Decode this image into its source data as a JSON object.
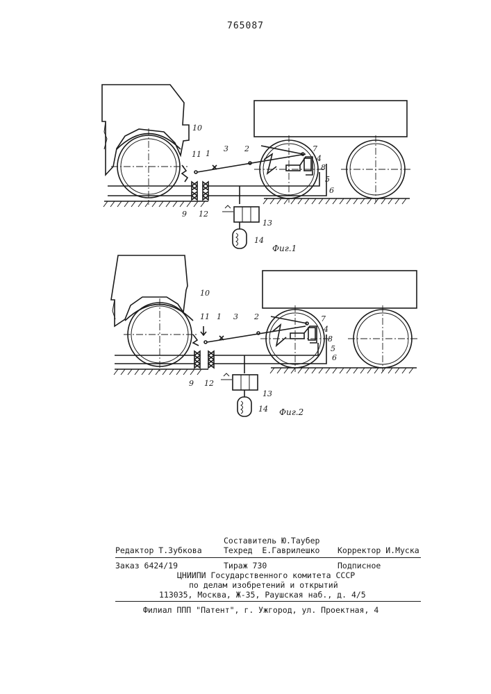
{
  "patent_number": "765087",
  "figures": [
    {
      "caption": "Фиг.1",
      "labels": {
        "l1": "1",
        "l2": "2",
        "l3": "3",
        "l4": "4",
        "l5": "5",
        "l6": "6",
        "l7": "7",
        "l8": "8",
        "l9": "9",
        "l10": "10",
        "l11": "11",
        "l12": "12",
        "l13": "13",
        "l14": "14"
      }
    },
    {
      "caption": "Фиг.2",
      "labels": {
        "l1": "1",
        "l2": "2",
        "l3": "3",
        "l4": "4",
        "l5": "5",
        "l6": "6",
        "l7": "7",
        "l8": "8",
        "l9": "9",
        "l10": "10",
        "l11": "11",
        "l12": "12",
        "l13": "13",
        "l14": "14"
      }
    }
  ],
  "colophon": {
    "compiler": "Составитель Ю.Таубер",
    "editor": "Редактор Т.Зубкова",
    "techred": "Техред  Е.Гаврилешко",
    "corrector": "Корректор И.Муска",
    "order": "Заказ 6424/19",
    "circulation": "Тираж 730",
    "subscription": "Подписное",
    "org_line1": "ЦНИИПИ Государственного комитета СССР",
    "org_line2": "по делам изобретений и открытий",
    "org_line3": "113035, Москва, Ж-35, Раушская наб., д. 4/5",
    "branch": "Филиал ППП \"Патент\", г. Ужгород, ул. Проектная, 4"
  }
}
